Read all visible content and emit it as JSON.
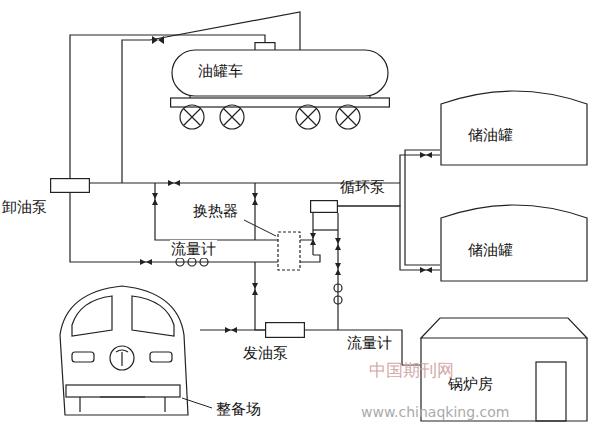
{
  "diagram": {
    "nodes": [
      {
        "text": [
          "油罐车"
        ]
      },
      {
        "text": [
          "储油罐"
        ]
      },
      {
        "text": [
          "储油罐"
        ]
      },
      {
        "text": [
          "卸油泵"
        ]
      },
      {
        "text": [
          "循环泵"
        ]
      },
      {
        "text": [
          "发油泵"
        ]
      },
      {
        "text": [
          "锅炉房"
        ]
      }
    ],
    "edges": [
      {
        "from": 3,
        "to": 0,
        "arrow": "none"
      },
      {
        "from": 4,
        "to": 1,
        "arrow": "none"
      },
      {
        "from": 4,
        "to": 2,
        "arrow": "none"
      },
      {
        "from": 5,
        "to": 6,
        "arrow": "none"
      }
    ],
    "labels": [
      "换热器",
      "流量计",
      "流量计",
      "整备场",
      "中国期刊网",
      "www.chinaqking.com"
    ]
  }
}
